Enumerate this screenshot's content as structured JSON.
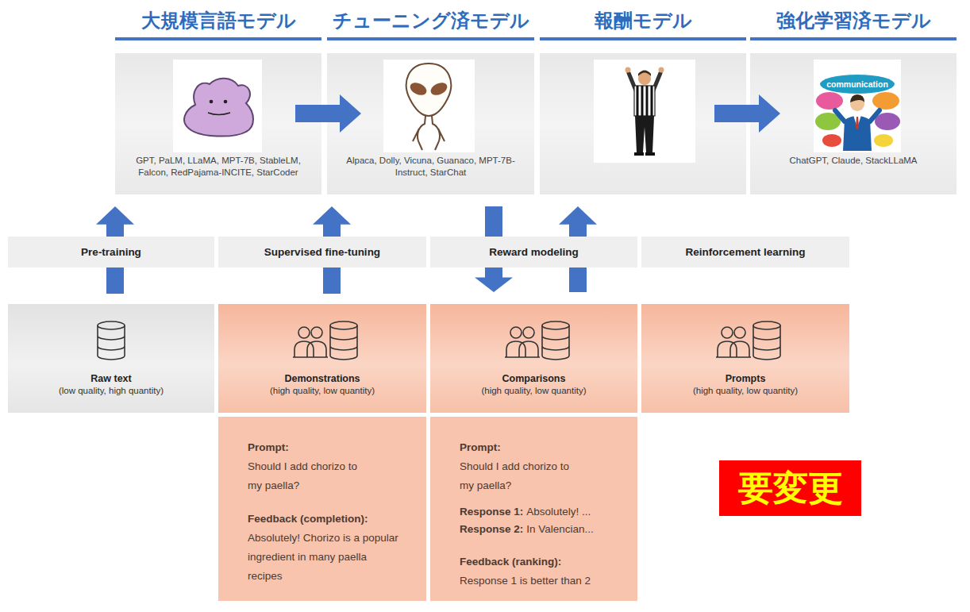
{
  "diagram": {
    "nodes": [
      {
        "text": [
          "大規模言語モデル",
          "GPT, PaLM, LLaMA, MPT-7B, StableLM, Falcon, RedPajama-INCITE, StarCoder"
        ]
      },
      {
        "text": [
          "チューニング済モデル",
          "Alpaca, Dolly, Vicuna, Guanaco, MPT-7B-Instruct, StarChat"
        ]
      },
      {
        "text": [
          "報酬モデル"
        ]
      },
      {
        "text": [
          "強化学習済モデル",
          "ChatGPT, Claude, StackLLaMA"
        ]
      },
      {
        "text": [
          "Pre-training"
        ]
      },
      {
        "text": [
          "Supervised fine-tuning"
        ]
      },
      {
        "text": [
          "Reward modeling"
        ]
      },
      {
        "text": [
          "Reinforcement learning"
        ]
      },
      {
        "text": [
          "Raw text",
          "(low quality, high quantity)"
        ]
      },
      {
        "text": [
          "Demonstrations",
          "(high quality, low quantity)"
        ]
      },
      {
        "text": [
          "Comparisons",
          "(high quality, low quantity)"
        ]
      },
      {
        "text": [
          "Prompts",
          "(high quality, low quantity)"
        ]
      },
      {
        "text": [
          "Prompt:",
          "Should I add chorizo to my paella?",
          "Feedback (completion):",
          "Absolutely! Chorizo is a popular ingredient in many paella recipes"
        ]
      },
      {
        "text": [
          "Prompt:",
          "Should I add chorizo to my paella?",
          "Response 1:",
          "Absolutely! ...",
          "Response 2:",
          "In Valencian...",
          "Feedback (ranking):",
          "Response 1 is better than 2"
        ]
      },
      {
        "text": [
          "要変更"
        ]
      }
    ],
    "edges": [
      {
        "from": 0,
        "to": 1,
        "arrow": "to"
      },
      {
        "from": 2,
        "to": 3,
        "arrow": "to"
      },
      {
        "from": 8,
        "to": 4,
        "arrow": "none"
      },
      {
        "from": 4,
        "to": 0,
        "arrow": "to"
      },
      {
        "from": 9,
        "to": 5,
        "arrow": "none"
      },
      {
        "from": 5,
        "to": 1,
        "arrow": "to"
      },
      {
        "from": 1,
        "to": 6,
        "arrow": "none"
      },
      {
        "from": 6,
        "to": 10,
        "arrow": "to"
      },
      {
        "from": 10,
        "to": 6,
        "arrow": "none"
      },
      {
        "from": 6,
        "to": 2,
        "arrow": "to"
      }
    ],
    "labels": [
      "communication"
    ]
  }
}
